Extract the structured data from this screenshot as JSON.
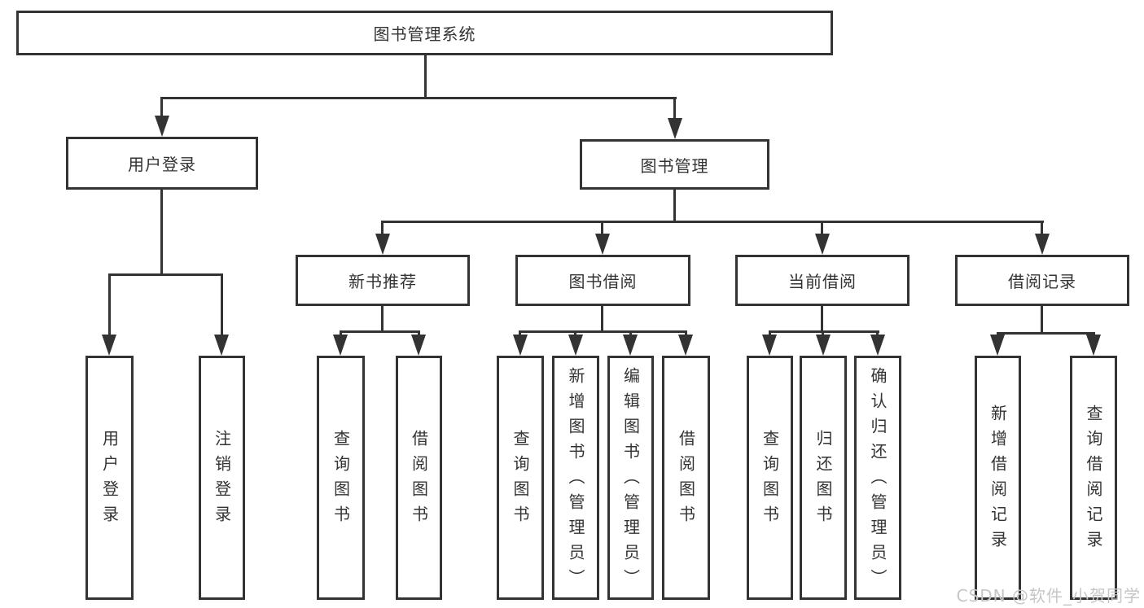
{
  "tree": {
    "label": "图书管理系统",
    "children": [
      {
        "label": "用户登录",
        "children": [
          {
            "label": "用户登录"
          },
          {
            "label": "注销登录"
          }
        ]
      },
      {
        "label": "图书管理",
        "children": [
          {
            "label": "新书推荐",
            "children": [
              {
                "label": "查询图书"
              },
              {
                "label": "借阅图书"
              }
            ]
          },
          {
            "label": "图书借阅",
            "children": [
              {
                "label": "查询图书"
              },
              {
                "label": "新增图书（管理员）"
              },
              {
                "label": "编辑图书（管理员）"
              },
              {
                "label": "借阅图书"
              }
            ]
          },
          {
            "label": "当前借阅",
            "children": [
              {
                "label": "查询图书"
              },
              {
                "label": "归还图书"
              },
              {
                "label": "确认归还（管理员）"
              }
            ]
          },
          {
            "label": "借阅记录",
            "children": [
              {
                "label": "新增借阅记录"
              },
              {
                "label": "查询借阅记录"
              }
            ]
          }
        ]
      }
    ]
  },
  "watermark": "CSDN @软件_小贺同学",
  "colors": {
    "line": "#333333",
    "text": "#333333",
    "background": "#ffffff",
    "watermark": "#c6c6c6"
  }
}
